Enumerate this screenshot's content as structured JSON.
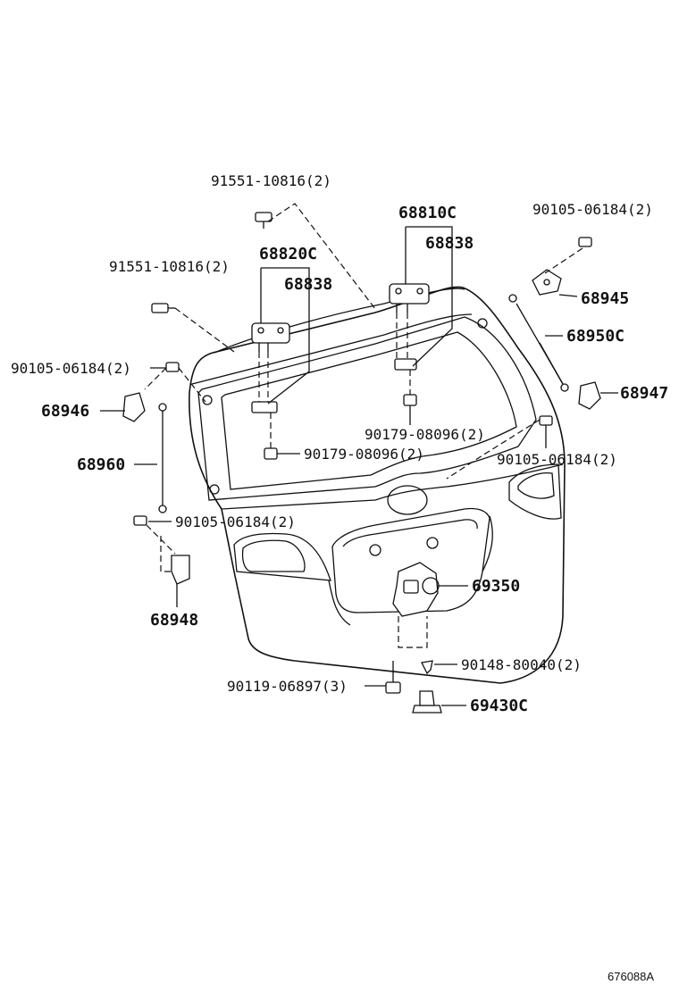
{
  "labels": {
    "bolt_top": "91551-10816(2)",
    "bolt_left": "91551-10816(2)",
    "hinge_c": "68810C",
    "hinge_c_sub": "68838",
    "hinge_l": "68820C",
    "hinge_l_sub": "68838",
    "bolt_right_top": "90105-06184(2)",
    "bracket_r": "68945",
    "stay_r": "68950C",
    "bracket_r2": "68947",
    "bolt_right_mid": "90105-06184(2)",
    "nut_center": "90179-08096(2)",
    "nut_left": "90179-08096(2)",
    "bolt_left_top": "90105-06184(2)",
    "bracket_l": "68946",
    "stay_l": "68960",
    "bolt_left_low": "90105-06184(2)",
    "bracket_l2": "68948",
    "lock": "69350",
    "screw": "90148-80040(2)",
    "bolt_lock": "90119-06897(3)",
    "striker": "69430C"
  },
  "footer": {
    "code": "676088A"
  }
}
